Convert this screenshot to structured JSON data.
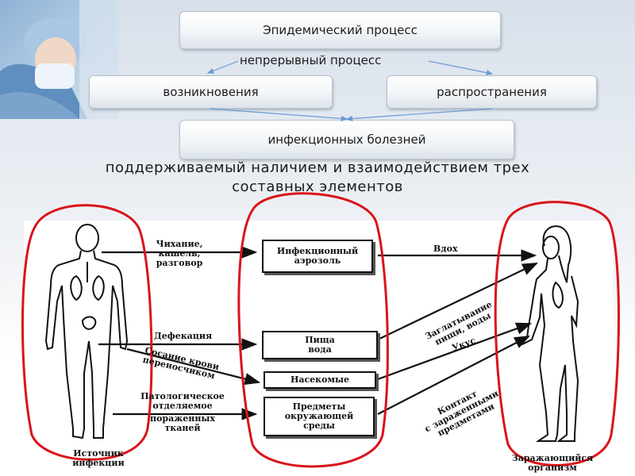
{
  "top_flow": {
    "process_title": "Эпидемический процесс",
    "continuity": "непрерывный процесс",
    "emergence": "возникновения",
    "spread": "распространения",
    "diseases": "инфекционных болезней",
    "subtitle_line1": "поддерживаемый наличием и взаимодействием трех",
    "subtitle_line2": "составных элементов"
  },
  "figure": {
    "source_label_1": "Источник",
    "source_label_2": "инфекции",
    "recipient_label_1": "Заражающийся",
    "recipient_label_2": "организм",
    "left_labels": {
      "sneeze_1": "Чихание,",
      "sneeze_2": "кашель,",
      "sneeze_3": "разговор",
      "defecation": "Дефекация",
      "blood_1": "Сосание крови",
      "blood_2": "переносчиком",
      "patho_1": "Патологическое",
      "patho_2": "отделяемое",
      "patho_3": "пораженных",
      "patho_4": "тканей"
    },
    "boxes": {
      "aerosol_1": "Инфекционный",
      "aerosol_2": "аэрозоль",
      "food_1": "Пища",
      "food_2": "вода",
      "insects": "Насекомые",
      "objects_1": "Предметы",
      "objects_2": "окружающей",
      "objects_3": "среды"
    },
    "right_labels": {
      "inhale": "Вдох",
      "swallow_1": "Заглатывание",
      "swallow_2": "пищи, воды",
      "bite": "Укус",
      "contact_1": "Контакт",
      "contact_2": "с зараженными",
      "contact_3": "предметами"
    }
  },
  "colors": {
    "highlight_circle": "#d9141b",
    "arrow": "#6b9ad6"
  },
  "icons": {
    "photo": "surgeon-photo-icon",
    "source_body": "human-figure-icon",
    "recipient_body": "female-figure-icon"
  }
}
